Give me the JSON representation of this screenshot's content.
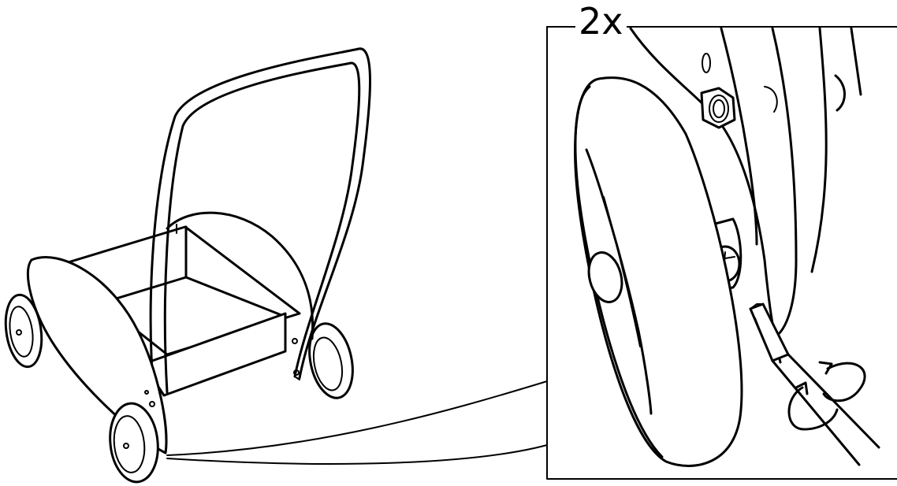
{
  "instruction": {
    "quantity_label": "2x",
    "action": "tighten-screw-clockwise",
    "tool": "phillips-screwdriver"
  },
  "colors": {
    "line": "#000000",
    "background": "#ffffff"
  }
}
